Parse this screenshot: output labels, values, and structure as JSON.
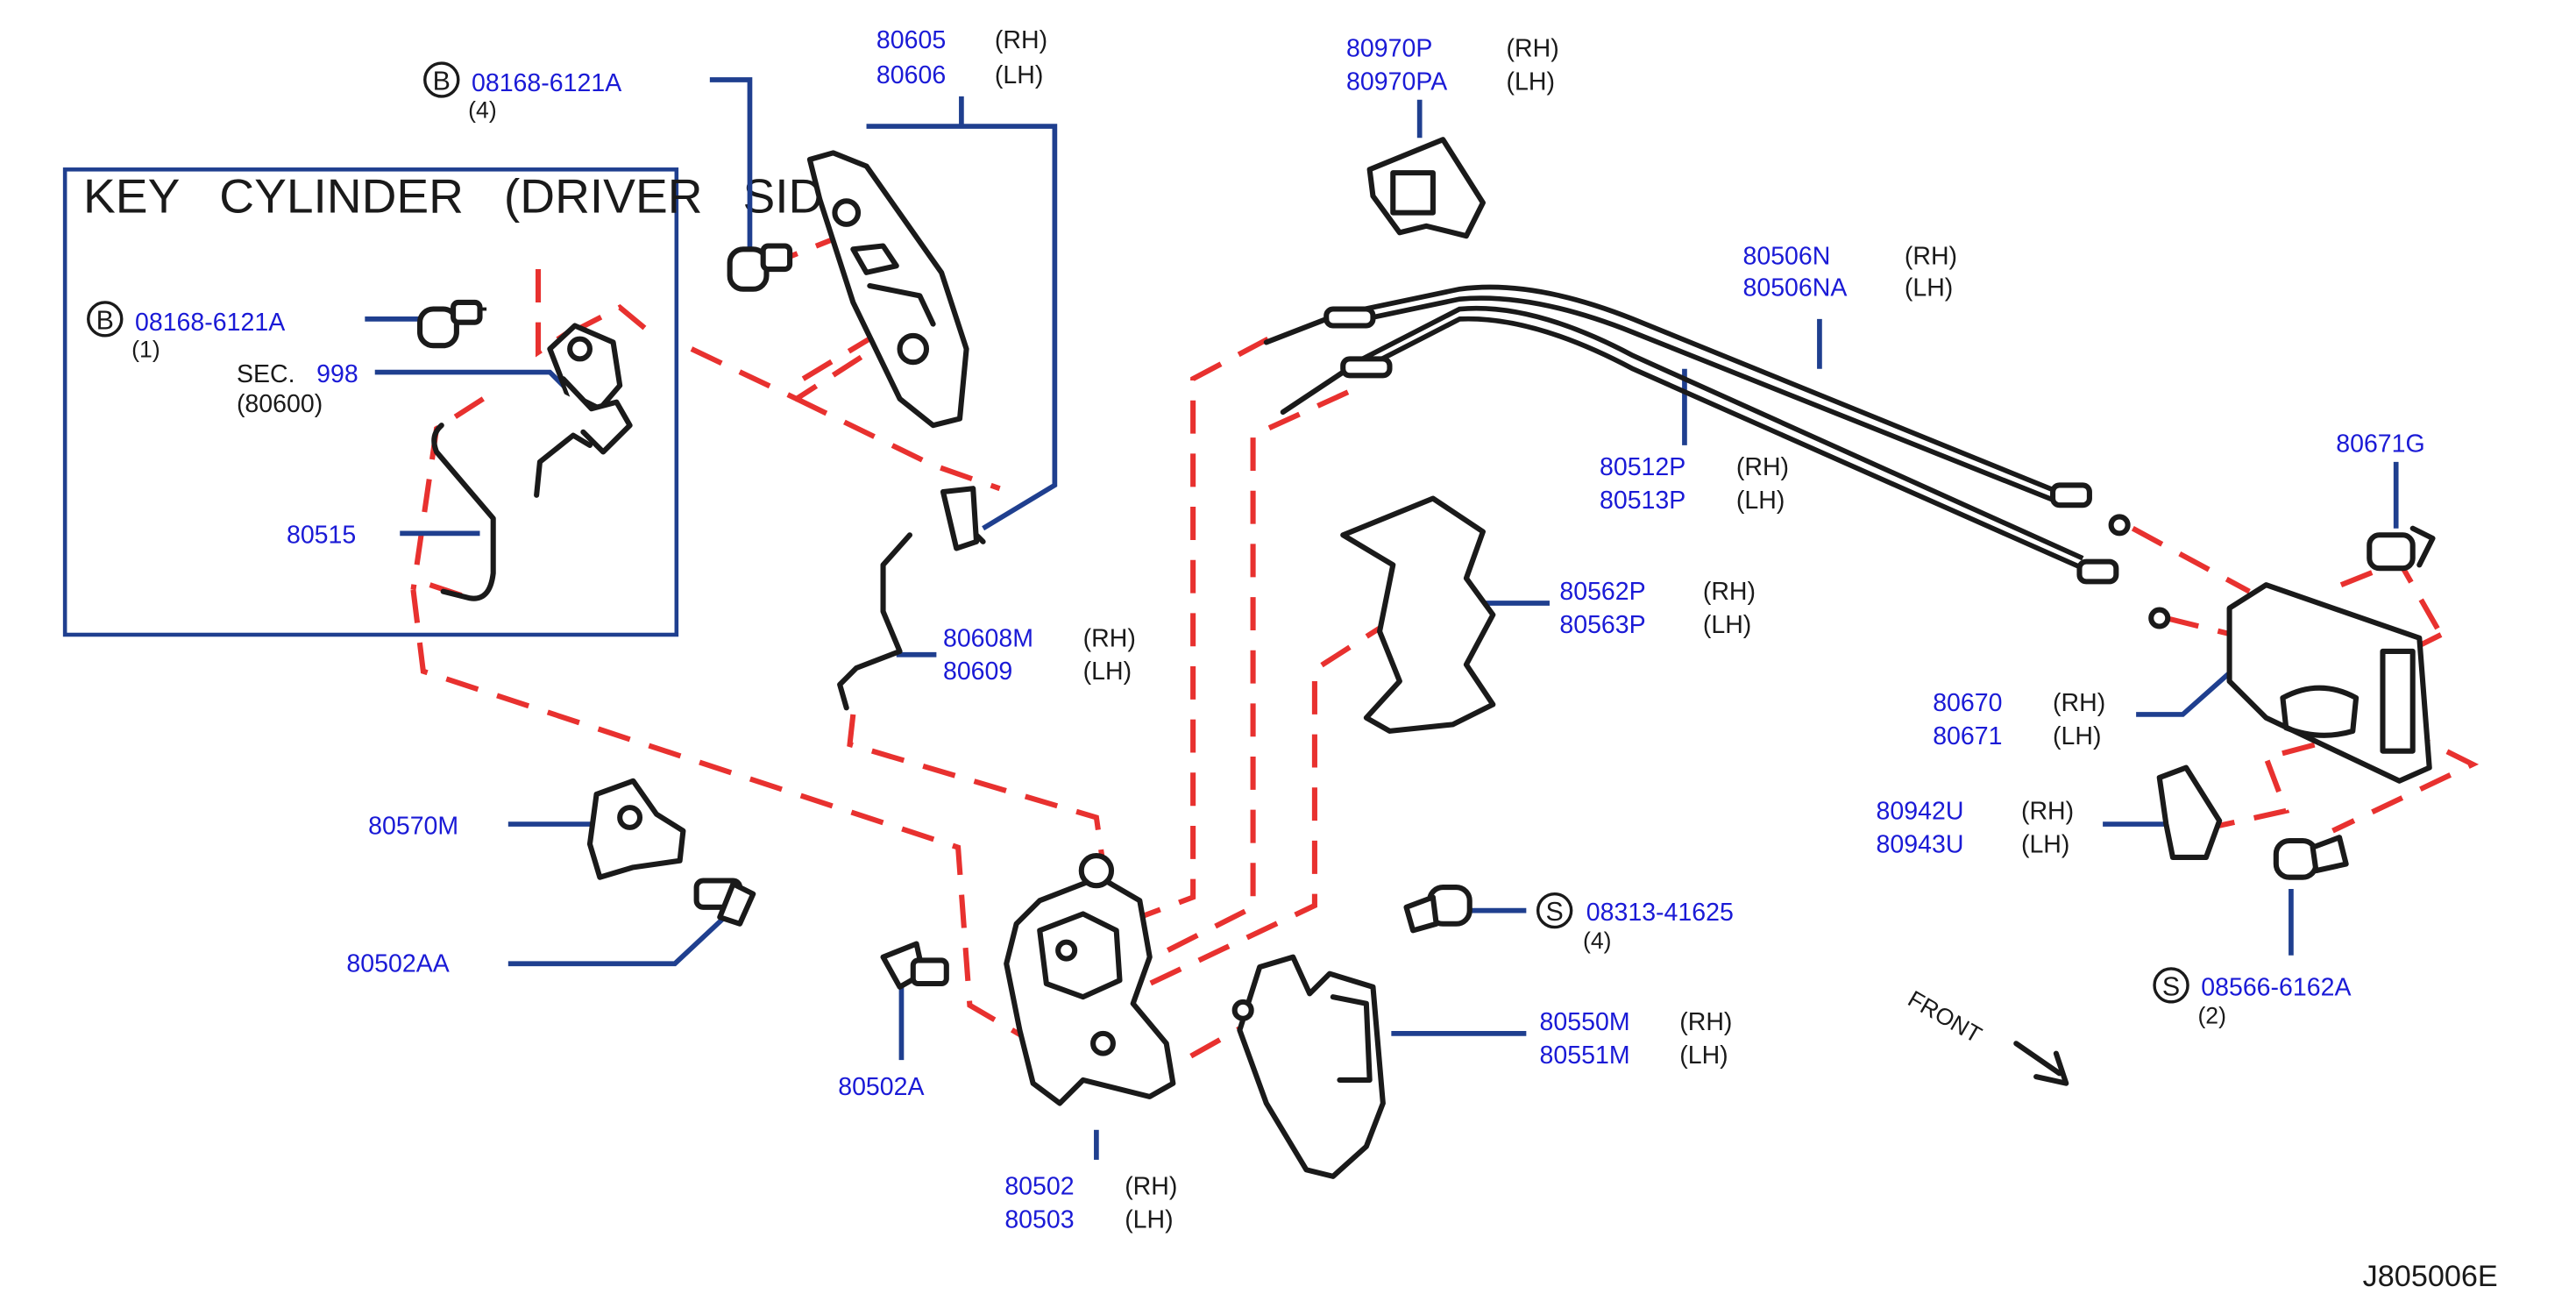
{
  "diagram_code": "J805006E",
  "front_label": "FRONT",
  "inset": {
    "title": "KEY   CYLINDER   (DRIVER   SIDE)"
  },
  "callouts": {
    "bolt_b_top": {
      "marker": "B",
      "part": "08168-6121A",
      "qty": "(4)"
    },
    "bolt_b_inset": {
      "marker": "B",
      "part": "08168-6121A",
      "qty": "(1)"
    },
    "sec_ref": {
      "prefix": "SEC.",
      "number": "998",
      "sub": "(80600)"
    },
    "p80515": {
      "part": "80515"
    },
    "p80605": {
      "rh": "80605",
      "lh": "80606",
      "rh_side": "(RH)",
      "lh_side": "(LH)"
    },
    "p80970": {
      "rh": "80970P",
      "lh": "80970PA",
      "rh_side": "(RH)",
      "lh_side": "(LH)"
    },
    "p80506": {
      "rh": "80506N",
      "lh": "80506NA",
      "rh_side": "(RH)",
      "lh_side": "(LH)"
    },
    "p80512": {
      "rh": "80512P",
      "lh": "80513P",
      "rh_side": "(RH)",
      "lh_side": "(LH)"
    },
    "p80671g": {
      "part": "80671G"
    },
    "p80562": {
      "rh": "80562P",
      "lh": "80563P",
      "rh_side": "(RH)",
      "lh_side": "(LH)"
    },
    "p80608": {
      "rh": "80608M",
      "lh": "80609",
      "rh_side": "(RH)",
      "lh_side": "(LH)"
    },
    "p80670": {
      "rh": "80670",
      "lh": "80671",
      "rh_side": "(RH)",
      "lh_side": "(LH)"
    },
    "p80942": {
      "rh": "80942U",
      "lh": "80943U",
      "rh_side": "(RH)",
      "lh_side": "(LH)"
    },
    "p80570m": {
      "part": "80570M"
    },
    "p80502aa": {
      "part": "80502AA"
    },
    "screw_s_mid": {
      "marker": "S",
      "part": "08313-41625",
      "qty": "(4)"
    },
    "p80550": {
      "rh": "80550M",
      "lh": "80551M",
      "rh_side": "(RH)",
      "lh_side": "(LH)"
    },
    "screw_s_right": {
      "marker": "S",
      "part": "08566-6162A",
      "qty": "(2)"
    },
    "p80502a": {
      "part": "80502A"
    },
    "p80502": {
      "rh": "80502",
      "lh": "80503",
      "rh_side": "(RH)",
      "lh_side": "(LH)"
    }
  }
}
